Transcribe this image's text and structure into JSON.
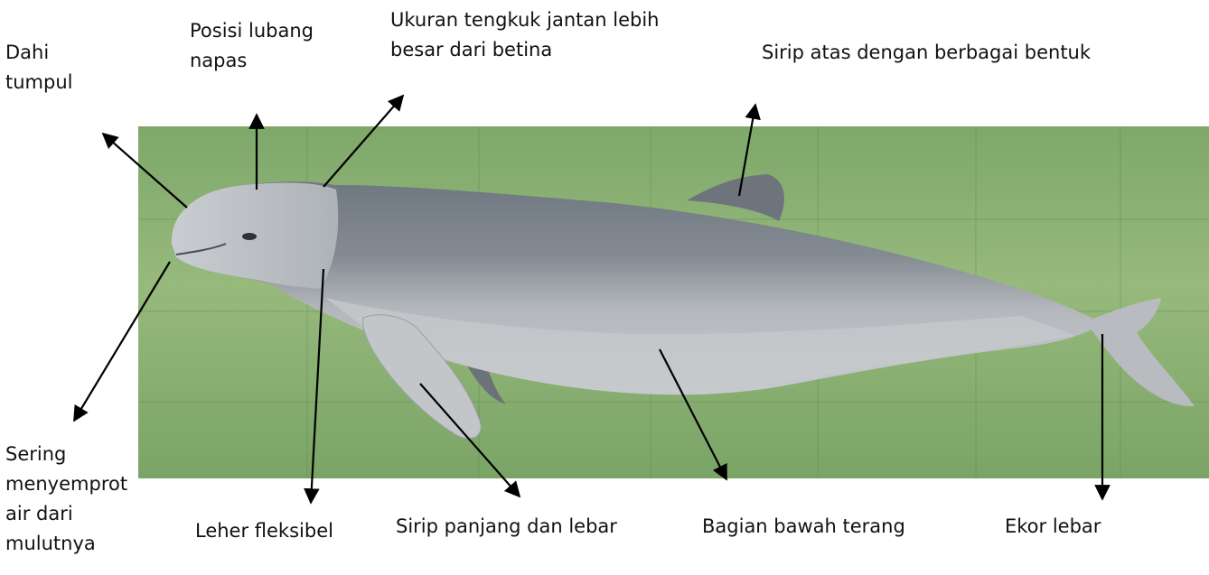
{
  "labels": {
    "dahi": "Dahi\ntumpul",
    "posisi": "Posisi lubang\nnapas",
    "ukuran": "Ukuran tengkuk jantan lebih\nbesar dari betina",
    "sirip_atas": "Sirip atas dengan berbagai bentuk",
    "sering": "Sering\nmenyemprot\nair dari\nmulutnya",
    "leher": "Leher fleksibel",
    "sirip_panjang": "Sirip panjang dan lebar",
    "bagian_bawah": "Bagian bawah terang",
    "ekor": "Ekor lebar"
  },
  "colors": {
    "background_water": "#8fb277",
    "dolphin_body": "#b9bcbf",
    "dolphin_back": "#747a82",
    "arrow": "#000000"
  }
}
